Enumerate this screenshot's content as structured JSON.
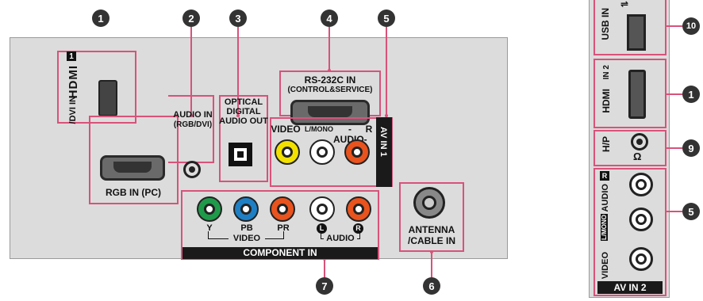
{
  "callouts": {
    "c1": "1",
    "c2": "2",
    "c3": "3",
    "c4": "4",
    "c5": "5",
    "c6": "6",
    "c7": "7",
    "s10": "10",
    "s1": "1",
    "s9": "9",
    "s5": "5"
  },
  "main": {
    "hdmi_logo": "HDMI",
    "hdmi_label": "/DVI IN",
    "hdmi_number": "1",
    "audio_in": "AUDIO IN",
    "audio_in_sub": "(RGB/DVI)",
    "rgb_in": "RGB IN (PC)",
    "optical_l1": "OPTICAL",
    "optical_l2": "DIGITAL",
    "optical_l3": "AUDIO OUT",
    "rs232": "RS-232C IN",
    "rs232_sub": "(CONTROL&SERVICE)",
    "av_video": "VIDEO",
    "av_lmono": "L/MONO",
    "av_audio": "-AUDIO-",
    "av_r": "R",
    "av_in1": "AV IN 1",
    "comp_y": "Y",
    "comp_pb": "PB",
    "comp_pr": "PR",
    "comp_l": "L",
    "comp_r": "R",
    "comp_video": "VIDEO",
    "comp_audio": "AUDIO",
    "component_in": "COMPONENT IN",
    "antenna_l1": "ANTENNA",
    "antenna_l2": "/CABLE IN"
  },
  "side": {
    "usb_in": "USB IN",
    "hdmi_logo": "HDMI",
    "hdmi_in": "IN 2",
    "hp": "H/P",
    "av_video": "VIDEO",
    "av_lmono": "L/MONO",
    "av_audio": "AUDIO",
    "av_r": "R",
    "av_in2": "AV IN 2"
  },
  "colors": {
    "accent": "#d8527a",
    "jack_yellow": "#f2e000",
    "jack_red": "#e8531e",
    "jack_green": "#1f9a4a",
    "jack_blue": "#1f7fc4",
    "jack_white": "#ffffff"
  }
}
